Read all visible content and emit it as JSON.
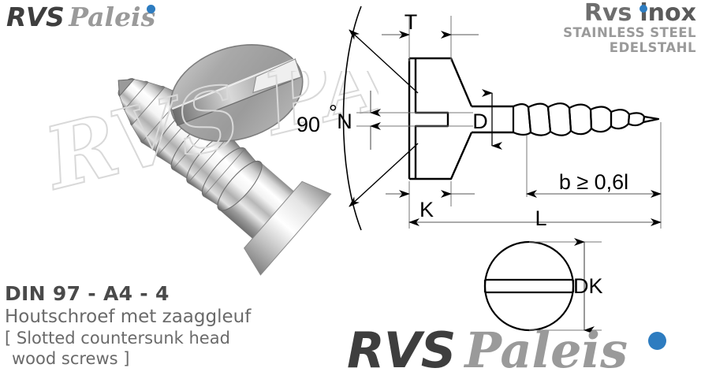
{
  "logo_top_left": {
    "part1": "RVS",
    "part2": "Paleis",
    "dot_color": "#2d7cc0"
  },
  "logo_top_right": {
    "brand_part1": "Rvs",
    "brand_part2": "inox",
    "line2": "STAINLESS STEEL",
    "line3": "EDELSTAHL",
    "dot_color": "#2d7cc0"
  },
  "caption": {
    "standard": "DIN 97 - A4 - 4",
    "title_nl": "Houtschroef met zaaggleuf",
    "title_en_line1": "[ Slotted countersunk head",
    "title_en_line2": "wood screws ]"
  },
  "logo_bottom": {
    "part1": "RVS",
    "part2": "Paleis",
    "dot_color": "#2d7cc0"
  },
  "watermark": {
    "text": "RVS PALEIS"
  },
  "drawing": {
    "labels": {
      "angle": "90",
      "angle_unit": "°",
      "thread_depth": "T",
      "slot_width": "N",
      "shank_diameter": "D",
      "head_height": "K",
      "thread_length": "b ≥  0,6l",
      "total_length": "L",
      "head_diameter": "DK"
    }
  }
}
